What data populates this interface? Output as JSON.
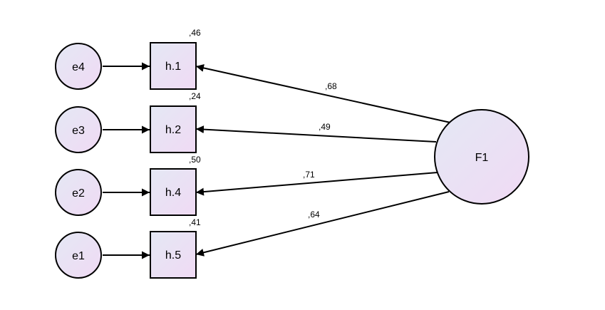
{
  "factor": {
    "label": "F1"
  },
  "errors": [
    "e4",
    "e3",
    "e2",
    "e1"
  ],
  "indicators": [
    {
      "label": "h.1",
      "r2": ",46",
      "loading": ",68"
    },
    {
      "label": "h.2",
      "r2": ",24",
      "loading": ",49"
    },
    {
      "label": "h.4",
      "r2": ",50",
      "loading": ",71"
    },
    {
      "label": "h.5",
      "r2": ",41",
      "loading": ",64"
    }
  ],
  "colors": {
    "fill_top": "#e4e8f4",
    "fill_bottom": "#f0daf4",
    "stroke": "#000000"
  }
}
